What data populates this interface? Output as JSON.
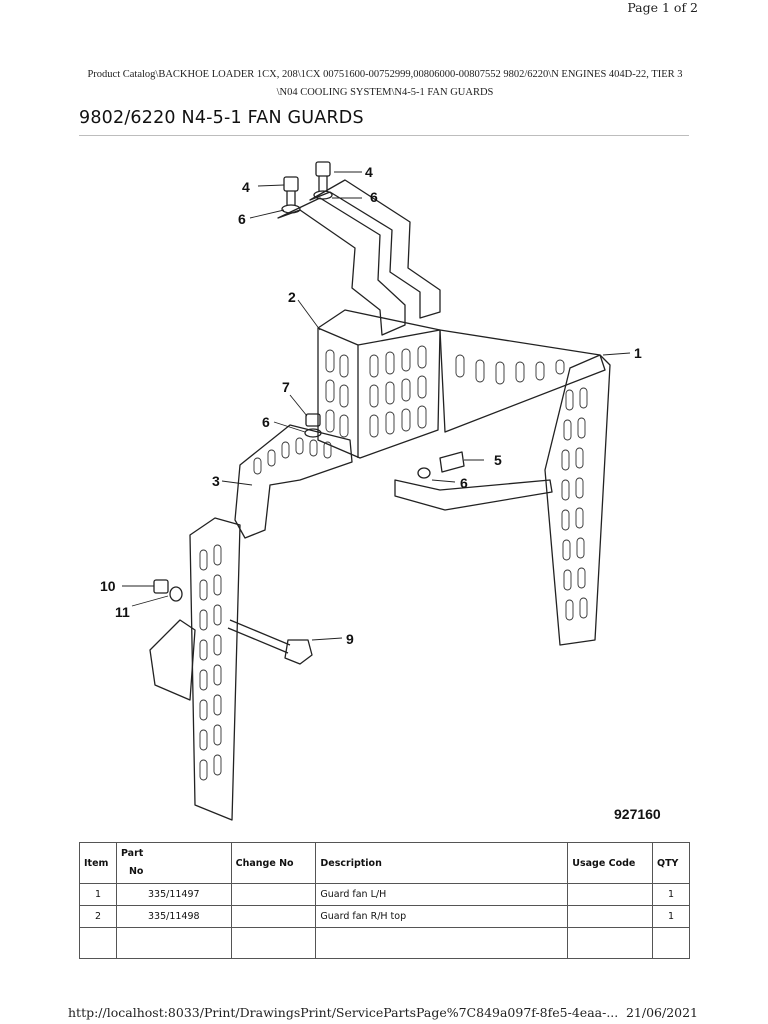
{
  "header": {
    "page_label": "Page 1 of 2"
  },
  "breadcrumb": {
    "line1": "Product Catalog\\BACKHOE LOADER 1CX, 208\\1CX 00751600-00752999,00806000-00807552 9802/6220\\N ENGINES 404D-22, TIER 3",
    "line2": "\\N04 COOLING SYSTEM\\N4-5-1 FAN GUARDS"
  },
  "title": "9802/6220 N4-5-1 FAN GUARDS",
  "drawing": {
    "callouts": {
      "c4a": "4",
      "c4b": "4",
      "c6a": "6",
      "c6b": "6",
      "c2": "2",
      "c1": "1",
      "c7": "7",
      "c6c": "6",
      "c5": "5",
      "c6d": "6",
      "c3": "3",
      "c10": "10",
      "c11": "11",
      "c9": "9"
    },
    "number": "927160",
    "colors": {
      "line": "#222222",
      "fill": "#ffffff"
    }
  },
  "table": {
    "headers": {
      "item": "Item",
      "part_no_1": "Part",
      "part_no_2": "No",
      "change_no": "Change No",
      "description": "Description",
      "usage_code": "Usage Code",
      "qty": "QTY"
    },
    "rows": [
      {
        "item": "1",
        "part_no": "335/11497",
        "change_no": "",
        "description": "Guard fan L/H",
        "usage_code": "",
        "qty": "1"
      },
      {
        "item": "2",
        "part_no": "335/11498",
        "change_no": "",
        "description": "Guard fan R/H top",
        "usage_code": "",
        "qty": "1"
      },
      {
        "item": "",
        "part_no": "",
        "change_no": "",
        "description": "",
        "usage_code": "",
        "qty": ""
      }
    ]
  },
  "footer": {
    "url": "http://localhost:8033/Print/DrawingsPrint/ServicePartsPage%7C849a097f-8fe5-4eaa-...",
    "date": "21/06/2021"
  }
}
